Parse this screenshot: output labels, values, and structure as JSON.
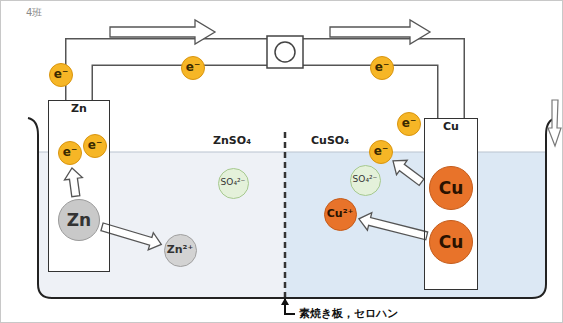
{
  "diagram": {
    "nodes": [
      {
        "text": [
          "e⁻"
        ]
      },
      {
        "text": [
          "e⁻"
        ]
      },
      {
        "text": [
          "e⁻"
        ]
      },
      {
        "text": [
          "Zn"
        ]
      },
      {
        "text": [
          "e⁻"
        ],
        "in": 3
      },
      {
        "text": [
          "e⁻"
        ],
        "in": 3
      },
      {
        "text": [
          "Zn"
        ],
        "in": 3
      },
      {
        "text": [
          "SO₄²⁻"
        ]
      },
      {
        "text": [
          "Zn²⁺"
        ]
      },
      {
        "text": [
          "e⁻"
        ]
      },
      {
        "text": [
          "e⁻"
        ]
      },
      {
        "text": [
          "Cu"
        ]
      },
      {
        "text": [
          "SO₄²⁻"
        ]
      },
      {
        "text": [
          "Cu²⁺"
        ]
      },
      {
        "text": [
          "Cu"
        ],
        "in": 11
      },
      {
        "text": [
          "Cu"
        ],
        "in": 11
      }
    ],
    "edges": [
      {
        "from": 6,
        "to": 4,
        "arrow": "to"
      },
      {
        "from": 6,
        "to": 8,
        "arrow": "to"
      },
      {
        "from": 11,
        "to": 10,
        "arrow": "to"
      },
      {
        "from": 15,
        "to": 13,
        "arrow": "to"
      }
    ],
    "labels": [
      "4班",
      "ZnSO₄",
      "CuSO₄",
      "素焼き板，セロハン"
    ]
  }
}
